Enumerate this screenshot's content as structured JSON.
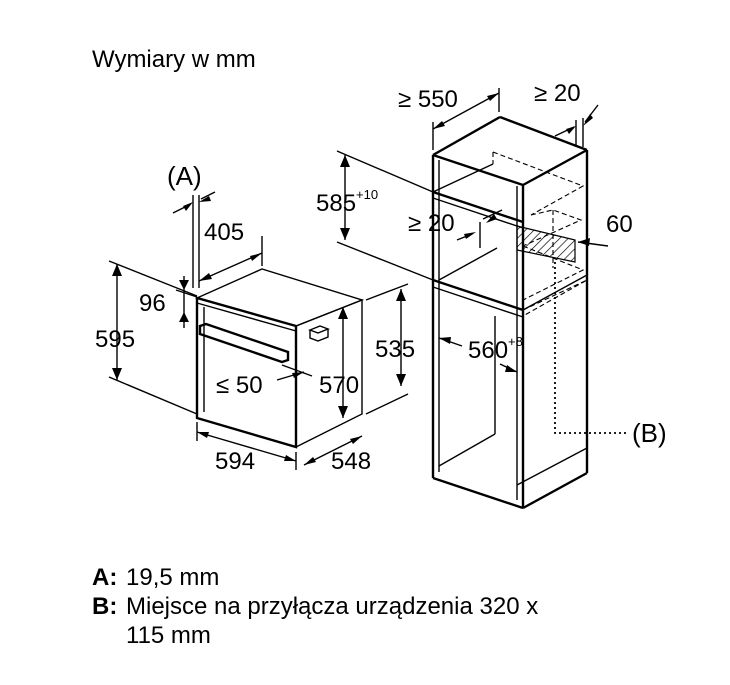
{
  "title": "Wymiary w mm",
  "labels": {
    "a_marker": "(A)",
    "w405": "405",
    "h96": "96",
    "h595": "595",
    "le50": "≤ 50",
    "h570": "570",
    "h535": "535",
    "w594": "594",
    "d548": "548",
    "ge550": "≥ 550",
    "ge20_top": "≥ 20",
    "h585": "585",
    "h585_sup": "+10",
    "ge20_mid": "≥ 20",
    "w60": "60",
    "w560": "560",
    "w560_sup": "+8",
    "b_marker": "(B)"
  },
  "legend": {
    "a_key": "A:",
    "a_text": "19,5 mm",
    "b_key": "B:",
    "b_text_line1": "Miejsce na przyłącza urządzenia 320 x",
    "b_text_line2": "115 mm"
  }
}
